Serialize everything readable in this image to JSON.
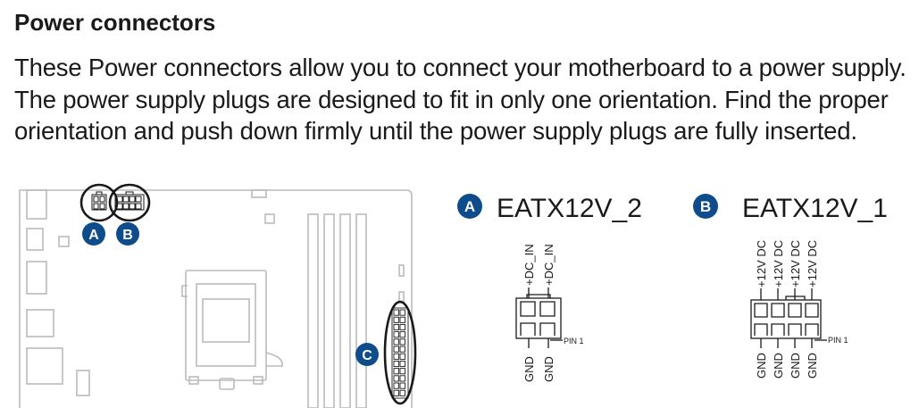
{
  "heading": "Power connectors",
  "paragraph": [
    "These Power connectors allow you to connect your motherboard to a power supply.",
    "The power supply plugs are designed to fit in only one orientation. Find the proper",
    "orientation and push down firmly until the power supply plugs are fully inserted."
  ],
  "colors": {
    "badge": "#0f4c8c",
    "text": "#1a1a1a",
    "board_line": "#bbbbbb",
    "highlight_ring": "#1a1a1a"
  },
  "board_badges": [
    "A",
    "B",
    "C"
  ],
  "connectors": [
    {
      "badge": "A",
      "name": "EATX12V_2",
      "top_pins": [
        "+DC_IN",
        "+DC_IN"
      ],
      "bottom_pins": [
        "GND",
        "GND"
      ],
      "pin1_label": "PIN 1"
    },
    {
      "badge": "B",
      "name": "EATX12V_1",
      "top_pins": [
        "+12V DC",
        "+12V DC",
        "+12V DC",
        "+12V DC"
      ],
      "bottom_pins": [
        "GND",
        "GND",
        "GND",
        "GND"
      ],
      "pin1_label": "PIN 1"
    }
  ]
}
